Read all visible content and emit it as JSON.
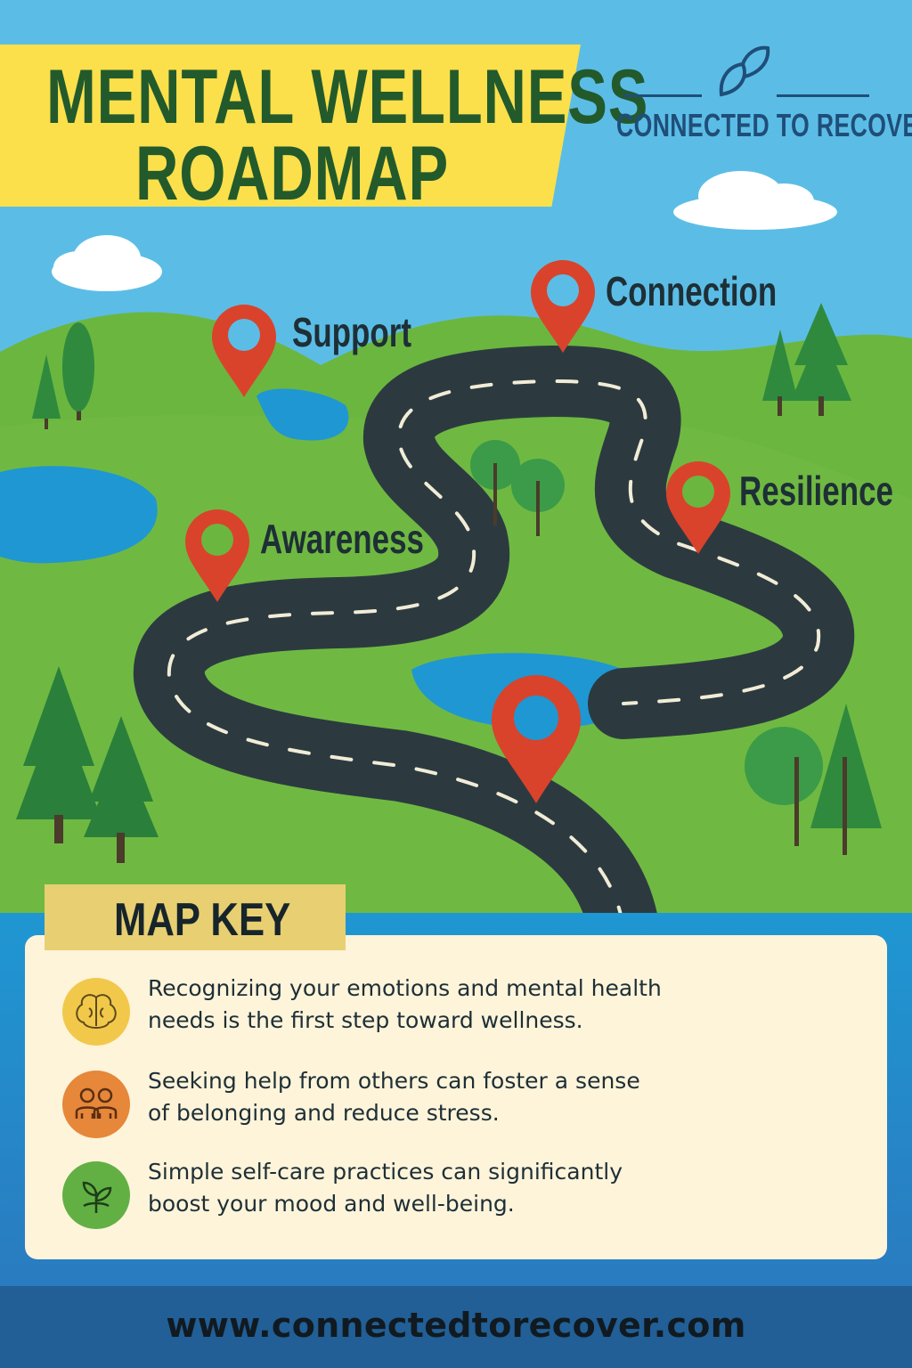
{
  "title": {
    "line1": "MENTAL WELLNESS",
    "line2": "ROADMAP"
  },
  "brand": {
    "name": "CONNECTED TO RECOVER",
    "icon": "butterfly-icon"
  },
  "pins": [
    {
      "label": "Support"
    },
    {
      "label": "Connection"
    },
    {
      "label": "Resilience"
    },
    {
      "label": "Awareness"
    }
  ],
  "map_key": {
    "title": "MAP KEY",
    "items": [
      {
        "icon": "brain-icon",
        "color": "#f2c84b",
        "line1": "Recognizing your emotions and mental health",
        "line2": "needs is the first step toward wellness."
      },
      {
        "icon": "people-icon",
        "color": "#e6873a",
        "line1": "Seeking help from others can foster a sense",
        "line2": "of belonging and reduce stress."
      },
      {
        "icon": "sprout-icon",
        "color": "#62b044",
        "line1": "Simple self-care practices can significantly",
        "line2": "boost your mood and well-being."
      }
    ]
  },
  "footer": {
    "url": "www.connectedtorecover.com"
  },
  "colors": {
    "sky": "#5bbde6",
    "grass": "#6bb63f",
    "road": "#2c3a40",
    "pin": "#d9432b",
    "banner": "#fbe04b",
    "water": "#1f97d2"
  }
}
